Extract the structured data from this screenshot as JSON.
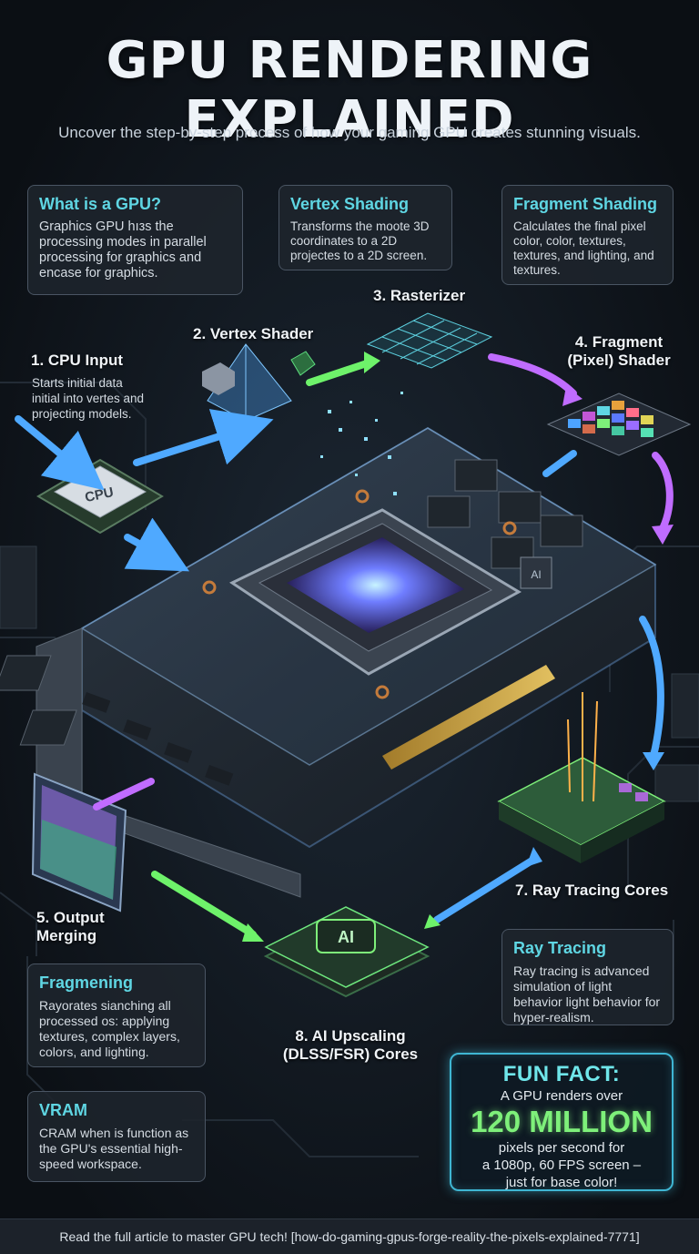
{
  "header": {
    "title": "GPU RENDERING EXPLAINED",
    "subtitle": "Uncover the step-by-step process of how your gaming GPU creates stunning visuals."
  },
  "info_cards": {
    "what_is_gpu": {
      "title": "What is a GPU?",
      "text": "Graphics GPU hıзs the processing modes in parallel processing for graphics and encase for graphics."
    },
    "vertex_shading": {
      "title": "Vertex Shading",
      "text": "Transforms the moote 3D coordinates to a 2D projectes to a 2D screen."
    },
    "fragment_shading": {
      "title": "Fragment Shading",
      "text": "Calculates the final pixel color, color, textures, textures, and lighting, and textures."
    },
    "fragmening": {
      "title": "Fragmening",
      "text": "Rayorates sianching all processed os: applying textures, complex layers, colors, and lighting."
    },
    "vram": {
      "title": "VRAM",
      "text": "CRAM when is function as the GPU's essential high-speed workspace."
    },
    "ray_tracing": {
      "title": "Ray Tracing",
      "text": "Ray tracing is advanced simulation of light behavior light behavior for hyper-realism."
    }
  },
  "steps": {
    "cpu_input": {
      "label": "1. CPU Input",
      "desc": "Starts initial data initial into vertes and projecting models."
    },
    "vertex_shader": {
      "label": "2. Vertex Shader"
    },
    "rasterizer": {
      "label": "3. Rasterizer"
    },
    "fragment_shader": {
      "label": "4. Fragment (Pixel) Shader"
    },
    "output_merging": {
      "label": "5. Output Merging"
    },
    "ray_tracing_cores": {
      "label": "7. Ray Tracing Cores"
    },
    "ai_upscaling": {
      "label": "8. AI Upscaling (DLSS/FSR) Cores"
    }
  },
  "chip_labels": {
    "cpu": "CPU",
    "ai": "AI",
    "ai_small": "AI"
  },
  "fun_fact": {
    "heading": "FUN FACT:",
    "line1": "A GPU renders over",
    "big": "120 MILLION",
    "line2": "pixels per second for",
    "line3": "a 1080p, 60 FPS screen –",
    "line4": "just for base color!"
  },
  "footer": {
    "text": "Read the full article to master GPU tech! [how-do-gaming-gpus-forge-reality-the-pixels-explained-7771]"
  },
  "colors": {
    "accent_cyan": "#5fd6e3",
    "arrow_blue": "#4fa9ff",
    "arrow_green": "#6ef26a",
    "arrow_purple": "#c06cff",
    "fun_green": "#7ef07a"
  }
}
